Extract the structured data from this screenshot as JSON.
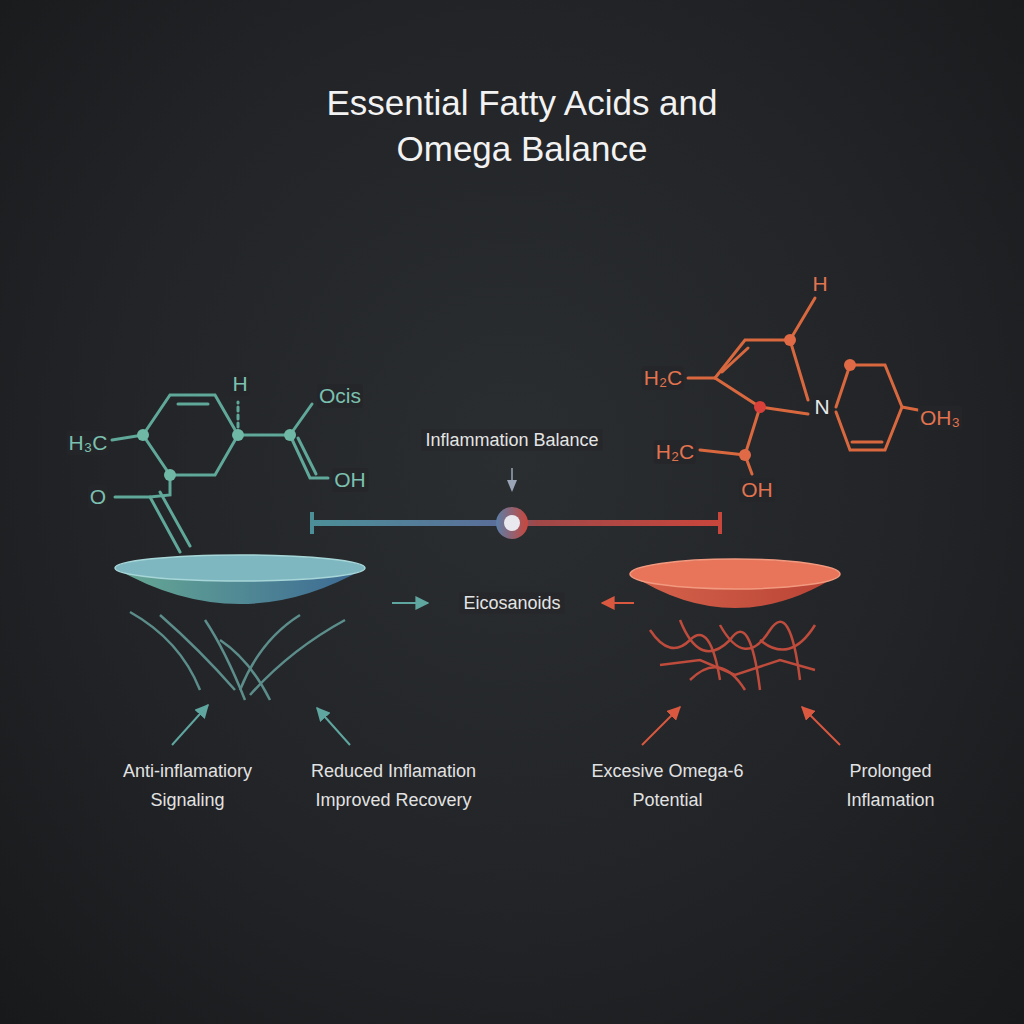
{
  "diagram": {
    "title": "Essential Fatty Acids and Omega Balance",
    "labels": [
      "H",
      "H₃C",
      "Ocis",
      "OH",
      "O",
      "Inflammation Balance",
      "H",
      "H₂C",
      "N",
      "OH₃",
      "H₂C",
      "OH",
      "Eicosanoids",
      "Anti-inflamatiory Signaling",
      "Reduced Inflamation Improved Recovery",
      "Excesive Omega-6 Potential",
      "Prolonged Inflamation"
    ]
  }
}
